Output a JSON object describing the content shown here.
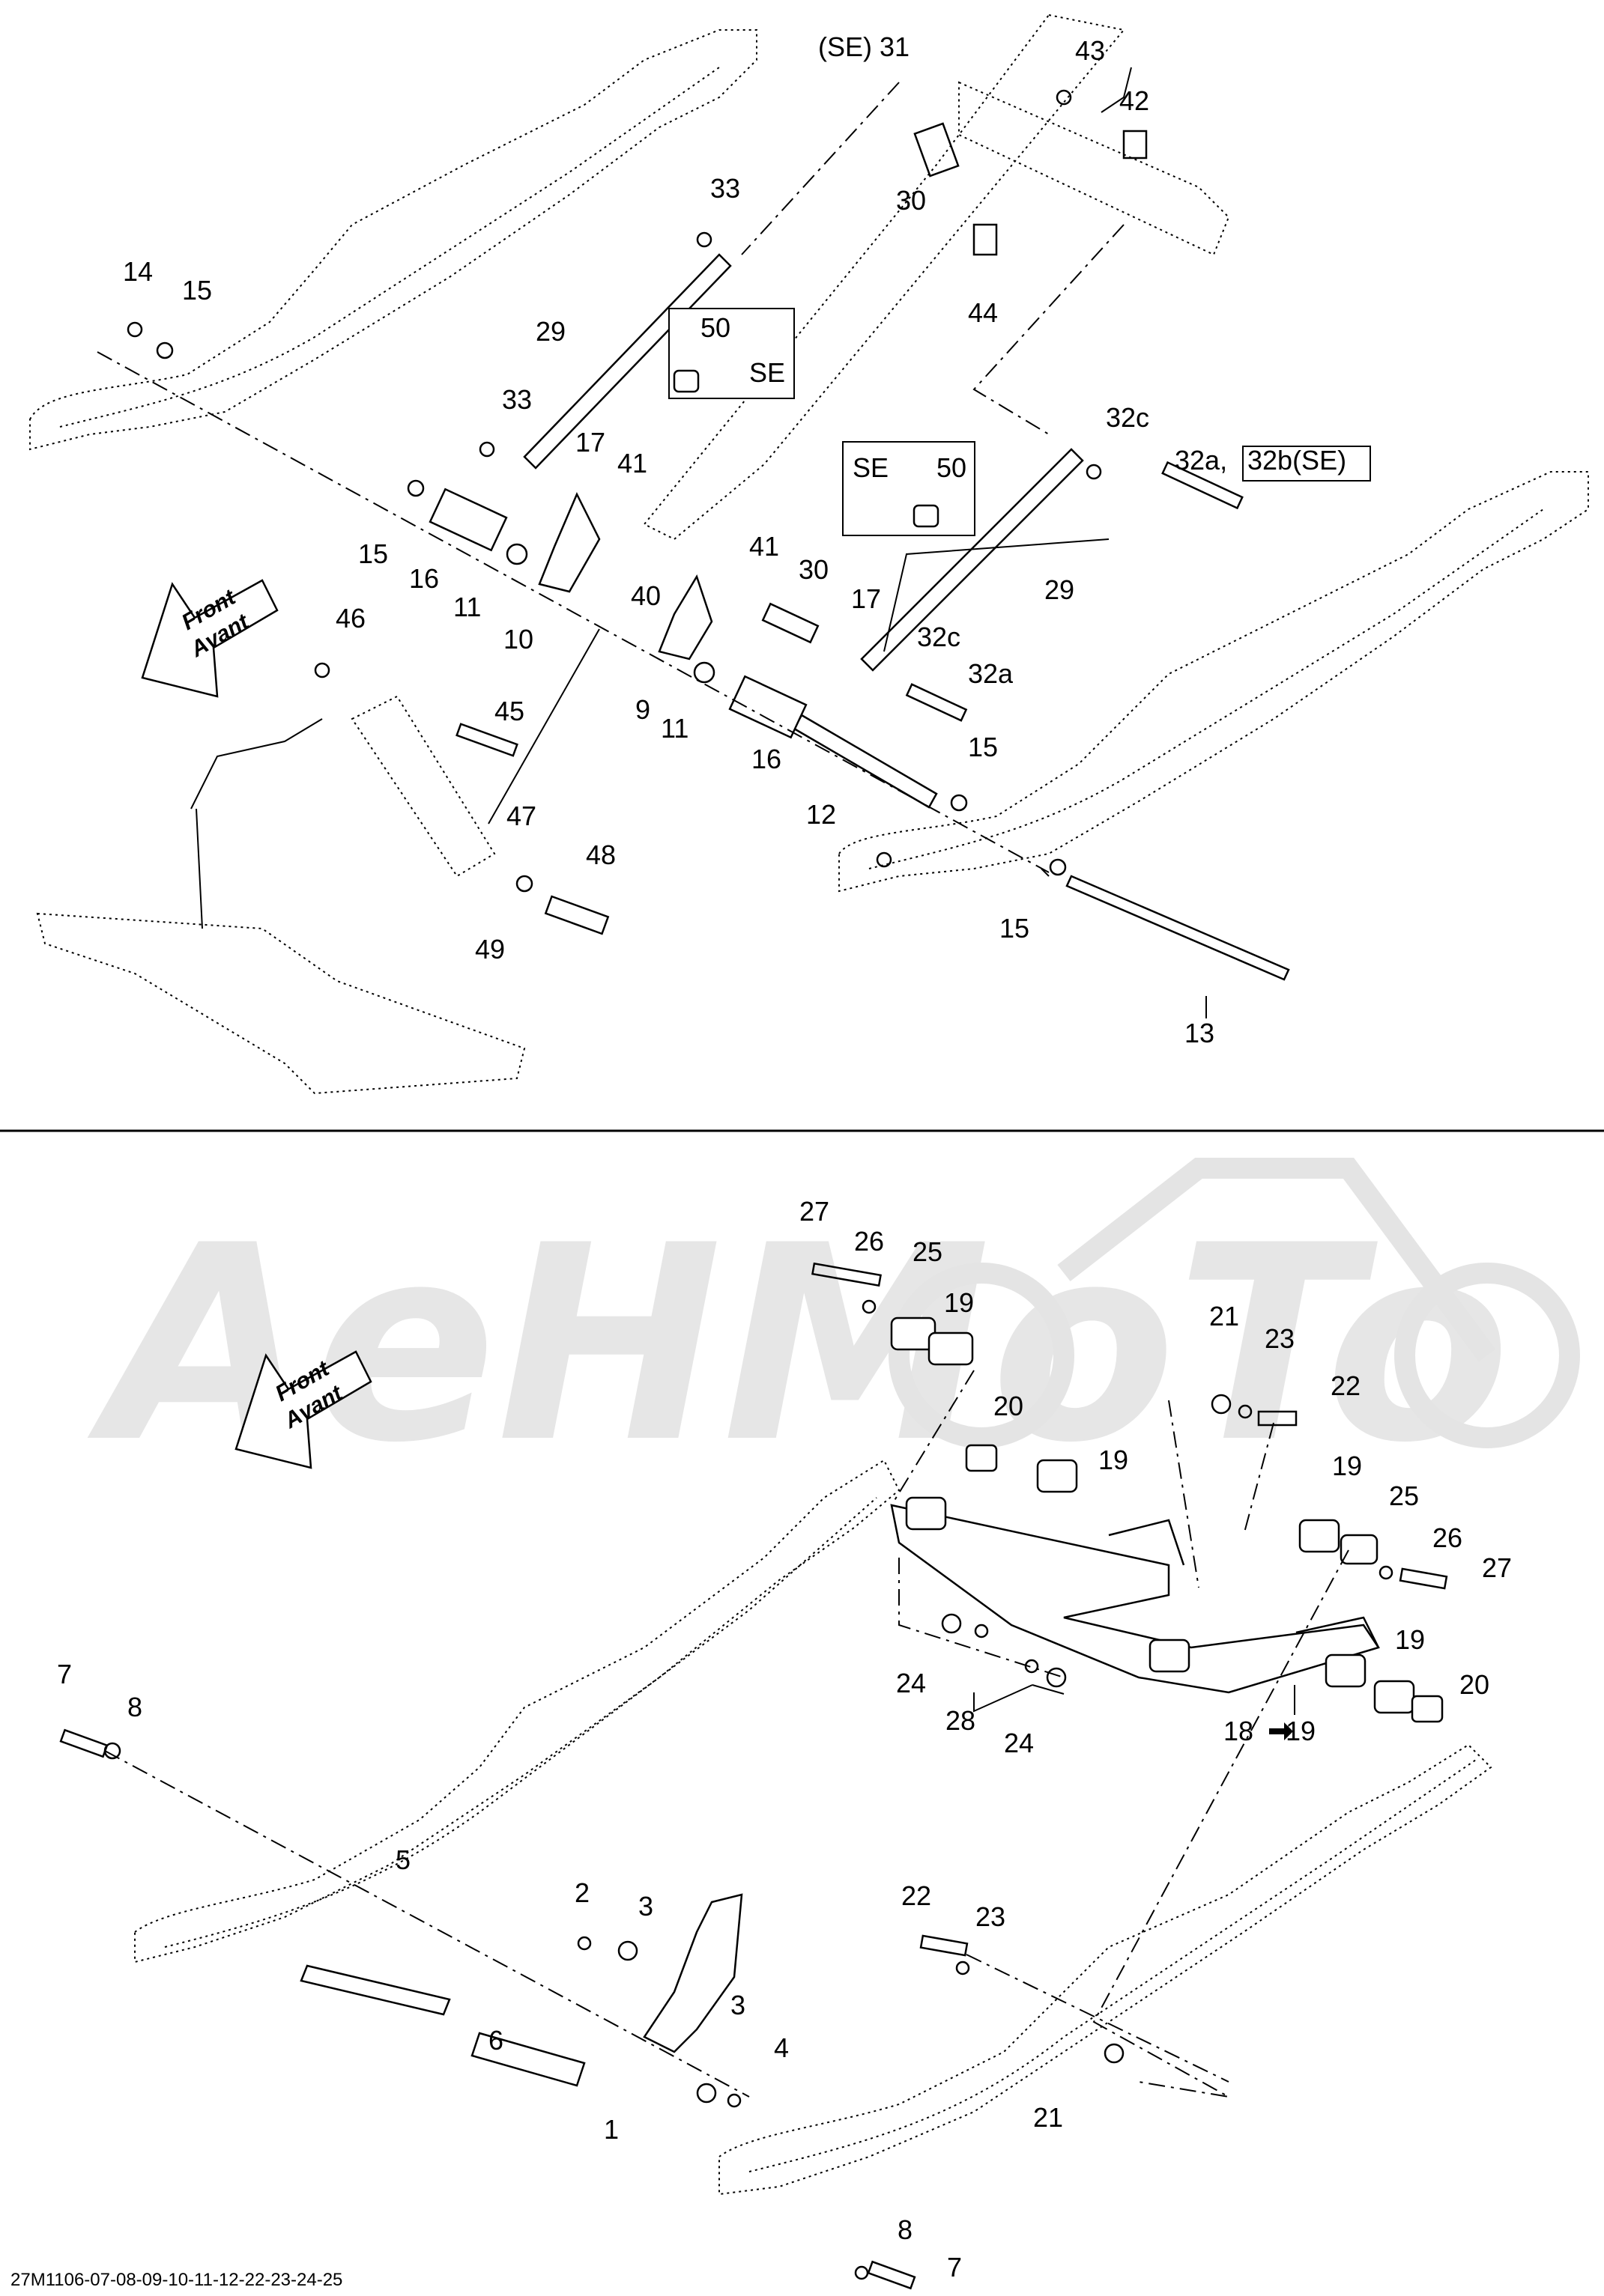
{
  "footer_code": "27M1106-07-08-09-10-11-12-22-23-24-25",
  "watermark": "AeHMoTo",
  "front_arrow": {
    "line1": "Front",
    "line2": "Avant"
  },
  "box_labels": {
    "se_upper": "50",
    "se_upper_tag": "SE",
    "se_lower_tag": "SE",
    "se_lower": "50"
  },
  "labels_top": {
    "l31": "(SE) 31",
    "l43": "43",
    "l42": "42",
    "l33a": "33",
    "l30a": "30",
    "l44": "44",
    "l14": "14",
    "l15a": "15",
    "l29a": "29",
    "l33b": "33",
    "l17a": "17",
    "l41a": "41",
    "l32c_a": "32c",
    "l32a_b": "32a,",
    "l32b": "32b(SE)",
    "l15b": "15",
    "l16a": "16",
    "l11a": "11",
    "l10": "10",
    "l40": "40",
    "l41b": "41",
    "l30b": "30",
    "l17b": "17",
    "l29b": "29",
    "l46": "46",
    "l32c_b": "32c",
    "l9": "9",
    "l11b": "11",
    "l32a": "32a",
    "l45": "45",
    "l16b": "16",
    "l15c": "15",
    "l12": "12",
    "l47": "47",
    "l48": "48",
    "l49": "49",
    "l15d": "15",
    "l13": "13"
  },
  "labels_bottom": {
    "l27a": "27",
    "l26a": "26",
    "l25a": "25",
    "l19a": "19",
    "l21a": "21",
    "l23a": "23",
    "l22a": "22",
    "l20a": "20",
    "l19b": "19",
    "l19c": "19",
    "l25b": "25",
    "l26b": "26",
    "l27b": "27",
    "l7a": "7",
    "l8a": "8",
    "l24a": "24",
    "l28": "28",
    "l24b": "24",
    "l19d": "19",
    "l20b": "20",
    "l18": "18",
    "l18to19": "19",
    "l5": "5",
    "l2": "2",
    "l3a": "3",
    "l22b": "22",
    "l23b": "23",
    "l6": "6",
    "l3b": "3",
    "l4": "4",
    "l1": "1",
    "l21b": "21",
    "l8b": "8",
    "l7b": "7"
  }
}
